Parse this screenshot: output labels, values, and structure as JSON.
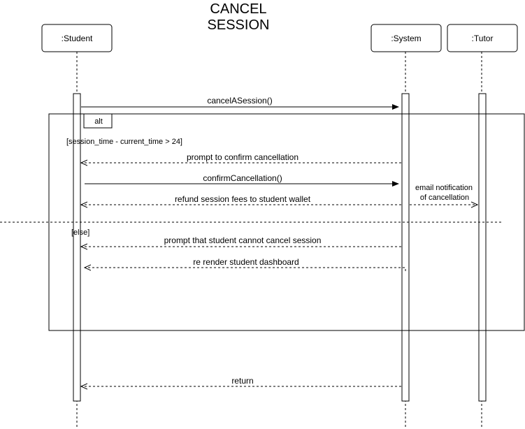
{
  "title": {
    "line1": "CANCEL",
    "line2": "SESSION"
  },
  "participants": {
    "student": ":Student",
    "system": ":System",
    "tutor": ":Tutor"
  },
  "fragment": {
    "operator": "alt",
    "guard1": "[session_time - current_time > 24]",
    "guard2": "[else]"
  },
  "messages": {
    "m1": "cancelASession()",
    "m2": "prompt to confirm cancellation",
    "m3": "confirmCancellation()",
    "m4": "refund session fees to student wallet",
    "m5_line1": "email notification",
    "m5_line2": "of cancellation",
    "m6": "prompt that student cannot cancel session",
    "m7": "re render student dashboard",
    "m8": "return"
  }
}
